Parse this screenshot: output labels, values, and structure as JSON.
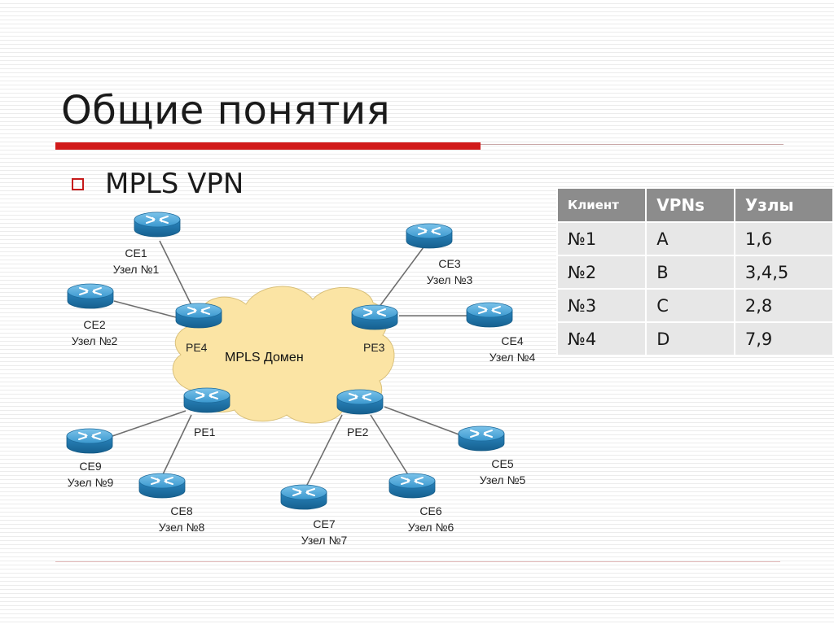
{
  "slide": {
    "title": "Общие понятия"
  },
  "bullet": {
    "text": "MPLS VPN"
  },
  "diagram": {
    "cloud_label": "MPLS Домен",
    "pe_routers": [
      "PE1",
      "PE2",
      "PE3",
      "PE4"
    ],
    "ce_routers": [
      {
        "name": "CE1",
        "site": "Узел №1"
      },
      {
        "name": "CE2",
        "site": "Узел №2"
      },
      {
        "name": "CE3",
        "site": "Узел №3"
      },
      {
        "name": "CE4",
        "site": "Узел №4"
      },
      {
        "name": "CE5",
        "site": "Узел №5"
      },
      {
        "name": "CE6",
        "site": "Узел №6"
      },
      {
        "name": "CE7",
        "site": "Узел №7"
      },
      {
        "name": "CE8",
        "site": "Узел №8"
      },
      {
        "name": "CE9",
        "site": "Узел №9"
      }
    ]
  },
  "table": {
    "headers": [
      "Клиент",
      "VPNs",
      "Узлы"
    ],
    "rows": [
      [
        "№1",
        "A",
        "1,6"
      ],
      [
        "№2",
        "B",
        "3,4,5"
      ],
      [
        "№3",
        "C",
        "2,8"
      ],
      [
        "№4",
        "D",
        "7,9"
      ]
    ]
  },
  "colors": {
    "accent": "#d11a1a",
    "router": "#2f8fc8",
    "cloud": "#fbe4a4",
    "table_header": "#8c8c8c",
    "table_cell": "#e7e7e7"
  }
}
